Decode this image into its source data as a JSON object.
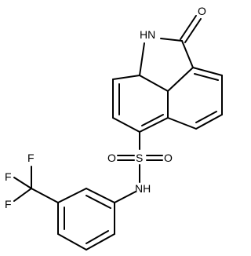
{
  "structure": {
    "atoms": {
      "oxygen_carbonyl": "O",
      "nh_lactam": "HN",
      "sulfur": "S",
      "oxygen_sulfonyl_left": "O",
      "oxygen_sulfonyl_right": "O",
      "nh_sulfonamide": "NH",
      "fluorine_top": "F",
      "fluorine_left": "F",
      "fluorine_bottom": "F"
    },
    "bond_color": "#000000",
    "background": "#ffffff"
  }
}
